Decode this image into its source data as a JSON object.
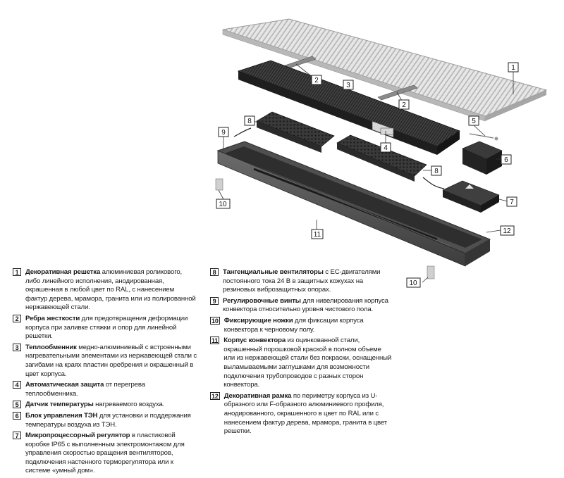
{
  "callouts": [
    "1",
    "2",
    "3",
    "2",
    "4",
    "5",
    "6",
    "7",
    "8",
    "8",
    "9",
    "10",
    "10",
    "11",
    "12"
  ],
  "legend": [
    {
      "num": "1",
      "title": "Декоративная решетка",
      "text": " алюминиевая роликового, либо линейного исполнения, анодированная, окрашенная в любой цвет по RAL, с нанесением фактур дерева, мрамора, гранита или из полированной нержавеющей стали."
    },
    {
      "num": "2",
      "title": "Ребра жесткости",
      "text": " для предотвращения деформации корпуса при заливке стяжки и опор для линейной решетки."
    },
    {
      "num": "3",
      "title": "Теплообменник",
      "text": " медно-алюминиевый с встроенными нагревательными элементами из нержавеющей стали с загибами на краях пластин оребрения и окрашенный в цвет корпуса."
    },
    {
      "num": "4",
      "title": "Автоматическая защита",
      "text": " от перегрева теплообменника."
    },
    {
      "num": "5",
      "title": "Датчик температуры",
      "text": " нагреваемого воздуха."
    },
    {
      "num": "6",
      "title": "Блок управления ТЭН",
      "text": " для установки и поддержания температуры воздуха из ТЭН."
    },
    {
      "num": "7",
      "title": "Микропроцессорный регулятор",
      "text": " в пластиковой коробке IP65 с выполненным электромонтажом для управления скоростью вращения вентиляторов, подключения настенного терморегулятора или к системе «умный дом»."
    },
    {
      "num": "8",
      "title": "Тангенциальные вентиляторы",
      "text": " с EC-двигателями постоянного тока 24 В в защитных кожухах на резиновых виброзащитных опорах."
    },
    {
      "num": "9",
      "title": "Регулировочные винты",
      "text": " для нивелирования корпуса конвектора относительно уровня чистового пола."
    },
    {
      "num": "10",
      "title": "Фиксирующие ножки",
      "text": " для фиксации корпуса конвектора к черновому полу."
    },
    {
      "num": "11",
      "title": "Корпус конвектора",
      "text": " из оцинкованной стали, окрашенный порошковой краской в полном объеме или из нержавеющей стали без покраски, оснащенный выламываемыми заглушками для возможности подключения трубопроводов с разных сторон конвектора."
    },
    {
      "num": "12",
      "title": "Декоративная рамка",
      "text": " по периметру корпуса из U-образного или F-образного алюминиевого профиля, анодированного, окрашенного в цвет по RAL или с нанесением фактур дерева, мрамора, гранита в цвет решетки."
    }
  ]
}
